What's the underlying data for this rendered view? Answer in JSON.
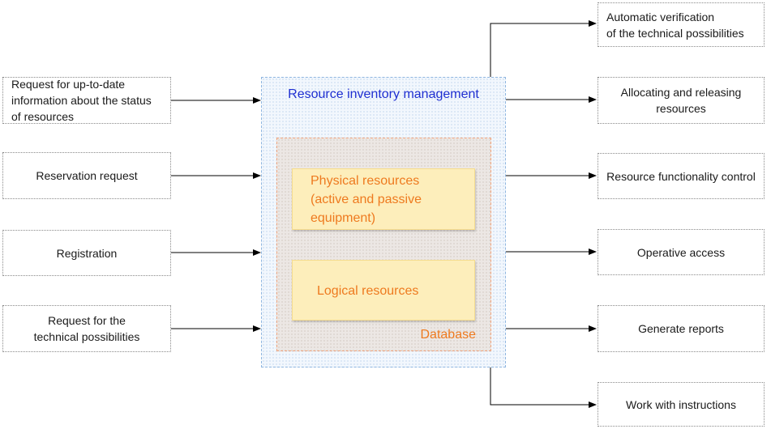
{
  "inputs": [
    {
      "label": "Request for up-to-date\ninformation about the status\nof resources"
    },
    {
      "label": "Reservation request"
    },
    {
      "label": "Registration"
    },
    {
      "label": "Request for the\ntechnical possibilities"
    }
  ],
  "center": {
    "title": "Resource inventory management",
    "database_label": "Database",
    "physical": "Physical resources\n(active and passive\nequipment)",
    "logical": "Logical resources"
  },
  "outputs": [
    {
      "label": "Automatic verification\nof the technical possibilities"
    },
    {
      "label": "Allocating and releasing\nresources"
    },
    {
      "label": "Resource functionality control"
    },
    {
      "label": "Operative access"
    },
    {
      "label": "Generate reports"
    },
    {
      "label": "Work with instructions"
    }
  ]
}
